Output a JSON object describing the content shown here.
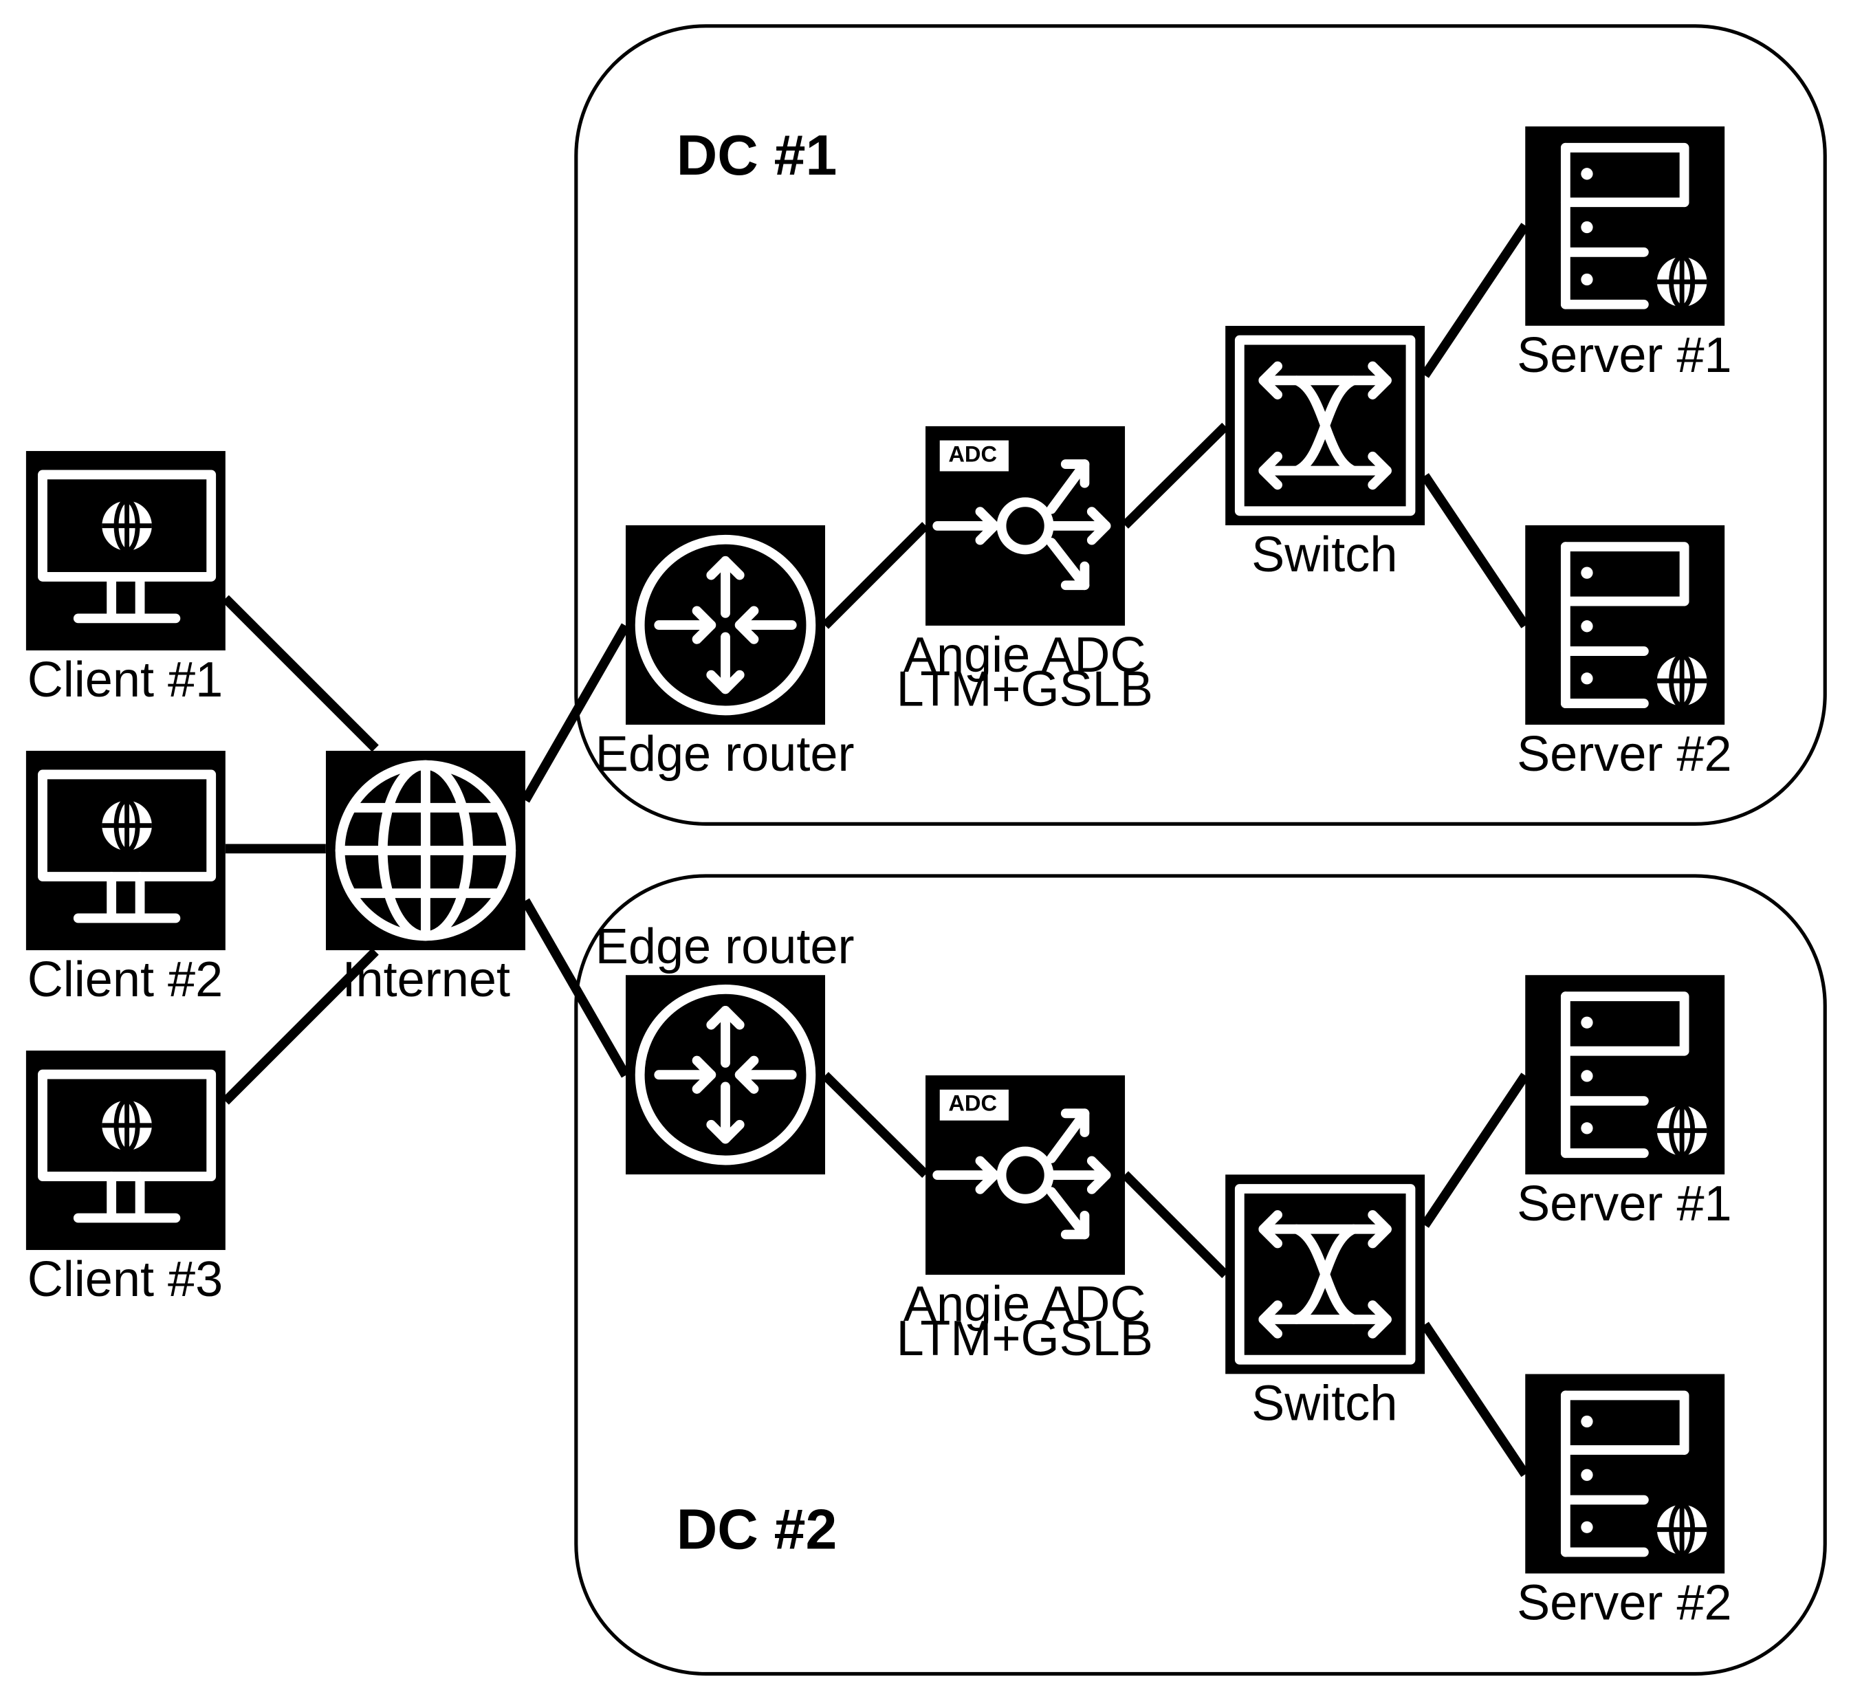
{
  "dc1": {
    "title": "DC #1"
  },
  "dc2": {
    "title": "DC #2"
  },
  "clients": [
    {
      "label": "Client #1",
      "icon": "monitor-globe-icon"
    },
    {
      "label": "Client #2",
      "icon": "monitor-globe-icon"
    },
    {
      "label": "Client #3",
      "icon": "monitor-globe-icon"
    }
  ],
  "internet": {
    "label": "Internet",
    "icon": "globe-icon"
  },
  "dc1_nodes": {
    "router": {
      "label": "Edge router",
      "icon": "router-icon"
    },
    "adc": {
      "badge": "ADC",
      "label_line1": "Angie ADC",
      "label_line2": "LTM+GSLB",
      "icon": "load-balancer-icon"
    },
    "switch": {
      "label": "Switch",
      "icon": "switch-icon"
    },
    "server1": {
      "label": "Server #1",
      "icon": "server-globe-icon"
    },
    "server2": {
      "label": "Server #2",
      "icon": "server-globe-icon"
    }
  },
  "dc2_nodes": {
    "router": {
      "label": "Edge router",
      "icon": "router-icon"
    },
    "adc": {
      "badge": "ADC",
      "label_line1": "Angie ADC",
      "label_line2": "LTM+GSLB",
      "icon": "load-balancer-icon"
    },
    "switch": {
      "label": "Switch",
      "icon": "switch-icon"
    },
    "server1": {
      "label": "Server #1",
      "icon": "server-globe-icon"
    },
    "server2": {
      "label": "Server #2",
      "icon": "server-globe-icon"
    }
  }
}
